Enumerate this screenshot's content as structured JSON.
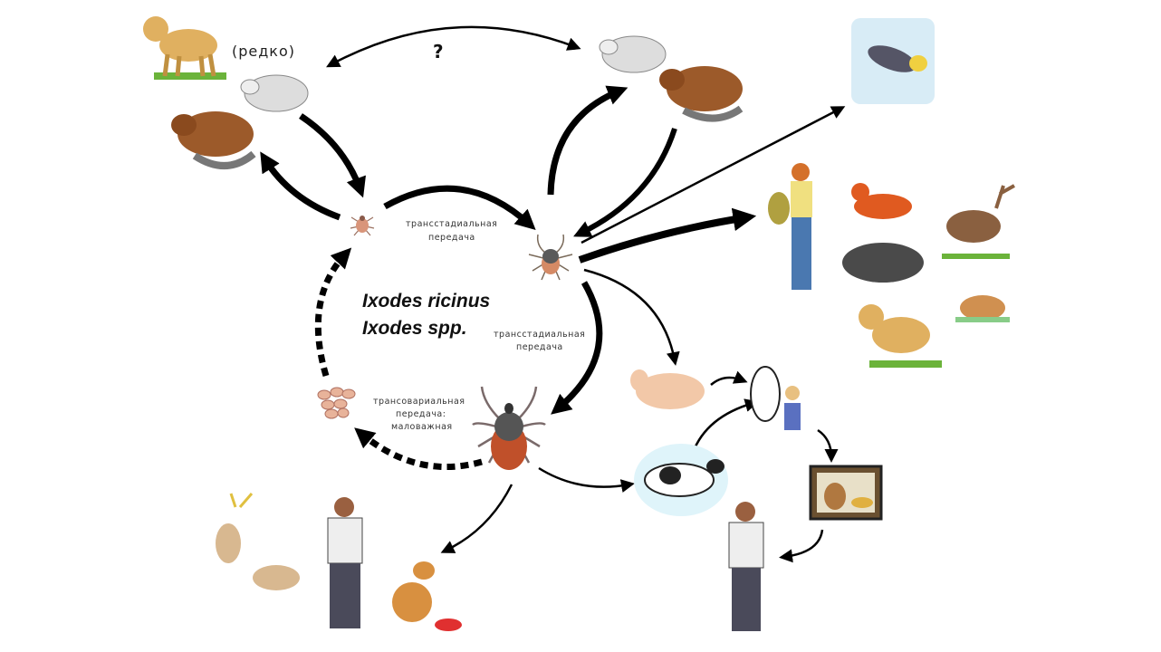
{
  "title": "Ixodes ricinus life cycle and transmission",
  "labels": {
    "species_1": "Ixodes ricinus",
    "species_2": "Ixodes spp.",
    "rare": "(редко)",
    "question": "?",
    "transstadial_1_line1": "трансстадиальная",
    "transstadial_1_line2": "передача",
    "transstadial_2_line1": "трансстадиальная",
    "transstadial_2_line2": "передача",
    "transovarial_line1": "трансовариальная",
    "transovarial_line2": "передача:",
    "transovarial_line3": "маловажная"
  },
  "colors": {
    "arrow": "#000000",
    "tick_body": "#555555",
    "tick_abdomen": "#c0502a",
    "larva": "#d9957a",
    "eggs": "#e8b39a"
  }
}
